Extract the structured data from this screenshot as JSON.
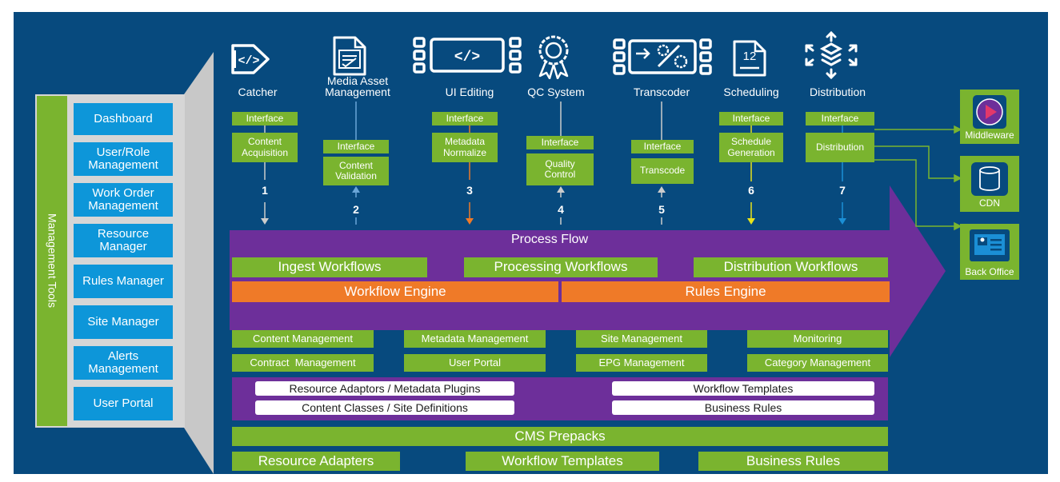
{
  "management_tools": {
    "title": "Management Tools",
    "items": [
      "Dashboard",
      "User/Role Management",
      "Work Order Management",
      "Resource Manager",
      "Rules Manager",
      "Site Manager",
      "Alerts Management",
      "User Portal"
    ]
  },
  "systems": [
    {
      "name": "Catcher",
      "icon": "code-window-icon",
      "interface": "Interface",
      "task": "Content Acquisition",
      "step": "1"
    },
    {
      "name": "Media Asset Management",
      "icon": "document-check-icon",
      "interface": "Interface",
      "task": "Content Validation",
      "step": "2"
    },
    {
      "name": "UI Editing",
      "icon": "code-editor-icon",
      "interface": "Interface",
      "task": "Metadata Normalize",
      "step": "3"
    },
    {
      "name": "QC System",
      "icon": "award-ribbon-icon",
      "interface": "Interface",
      "task": "Quality Control",
      "step": "4"
    },
    {
      "name": "Transcoder",
      "icon": "transcode-gear-icon",
      "interface": "Interface",
      "task": "Transcode",
      "step": "5"
    },
    {
      "name": "Scheduling",
      "icon": "calendar-icon",
      "interface": "Interface",
      "task": "Schedule Generation",
      "step": "6",
      "calendar_day": "12"
    },
    {
      "name": "Distribution",
      "icon": "distribution-arrows-icon",
      "interface": "Interface",
      "task": "Distribution",
      "step": "7"
    }
  ],
  "process_flow": {
    "title": "Process Flow",
    "workflows": [
      "Ingest Workflows",
      "Processing Workflows",
      "Distribution Workflows"
    ],
    "engines": [
      "Workflow Engine",
      "Rules Engine"
    ]
  },
  "management_modules": [
    "Content Management",
    "Metadata Management",
    "Site Management",
    "Monitoring",
    "Contract  Management",
    "User Portal",
    "EPG Management",
    "Category Management"
  ],
  "plugins": {
    "left": [
      "Resource Adaptors / Metadata Plugins",
      "Content Classes / Site Definitions"
    ],
    "right": [
      "Workflow Templates",
      "Business Rules"
    ]
  },
  "prepacks": {
    "title": "CMS Prepacks",
    "items": [
      "Resource Adapters",
      "Workflow Templates",
      "Business Rules"
    ]
  },
  "outputs": [
    {
      "name": "Middleware",
      "icon": "play-button-icon"
    },
    {
      "name": "CDN",
      "icon": "database-icon"
    },
    {
      "name": "Back Office",
      "icon": "monitor-id-icon"
    }
  ],
  "colors": {
    "background": "#074a7e",
    "green": "#7ab42f",
    "blue_box": "#0d96d9",
    "orange": "#ef7a28",
    "purple": "#6d2f9a",
    "step_colors": [
      "#cccccc",
      "#6aa6d8",
      "#ef7a28",
      "#cccccc",
      "#cccccc",
      "#e8e31a",
      "#1b8fd6"
    ]
  }
}
